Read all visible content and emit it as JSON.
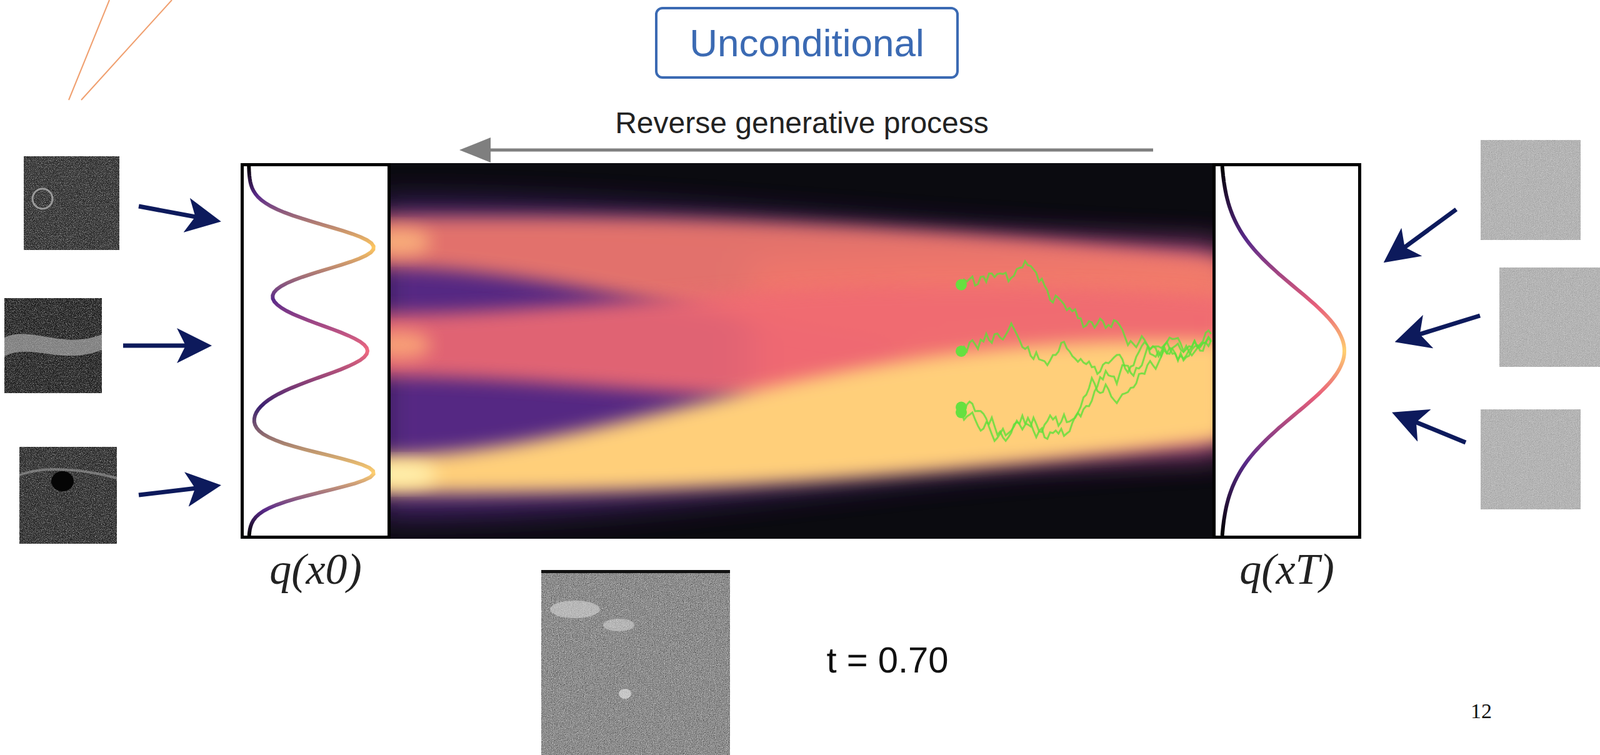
{
  "diagram": {
    "title": "Unconditional",
    "nodes": [
      {
        "text": [
          "q(x0)"
        ]
      },
      {
        "text": [
          "q(xT)"
        ]
      }
    ],
    "labels": [
      "Reverse generative process",
      "t = 0.70",
      "12"
    ]
  }
}
